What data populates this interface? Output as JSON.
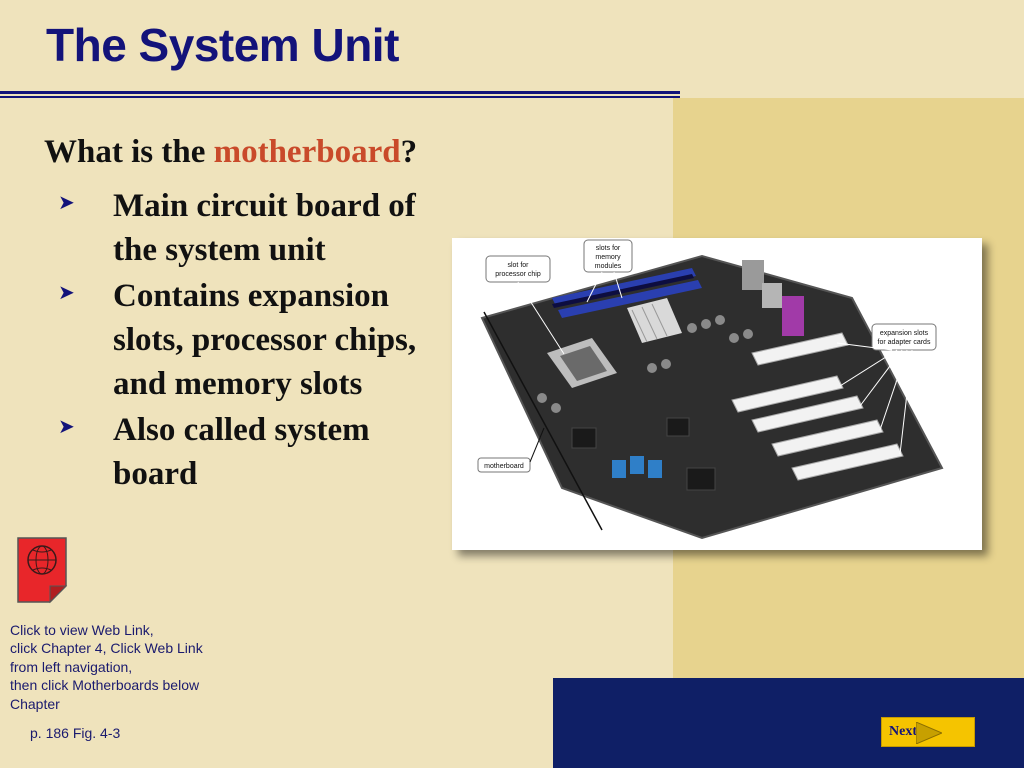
{
  "slide": {
    "title": "The System Unit",
    "question_prefix": "What is the ",
    "question_highlight": "motherboard",
    "question_suffix": "?",
    "bullets": [
      "Main circuit board of the system unit",
      "Contains expansion slots, processor chips, and memory slots",
      "Also called system board"
    ]
  },
  "figure": {
    "callouts": {
      "processor_slot": [
        "slot for",
        "processor chip"
      ],
      "memory_slots": [
        "slots for",
        "memory",
        "modules"
      ],
      "expansion_slots": [
        "expansion slots",
        "for adapter cards"
      ],
      "motherboard": [
        "motherboard"
      ]
    }
  },
  "weblink": {
    "icon": "globe-document-icon",
    "note_lines": [
      "Click to view Web Link,",
      "click Chapter 4, Click Web Link",
      "from left navigation,",
      "then click Motherboards below",
      "Chapter"
    ]
  },
  "footer": {
    "page_ref": "p. 186 Fig. 4-3",
    "next_label": "Next"
  },
  "colors": {
    "background": "#efe3bc",
    "accent_panel": "#e7d38e",
    "footer_bar": "#0f1f66",
    "title": "#13137a",
    "highlight": "#c94a2a",
    "next_button": "#f5c400"
  }
}
